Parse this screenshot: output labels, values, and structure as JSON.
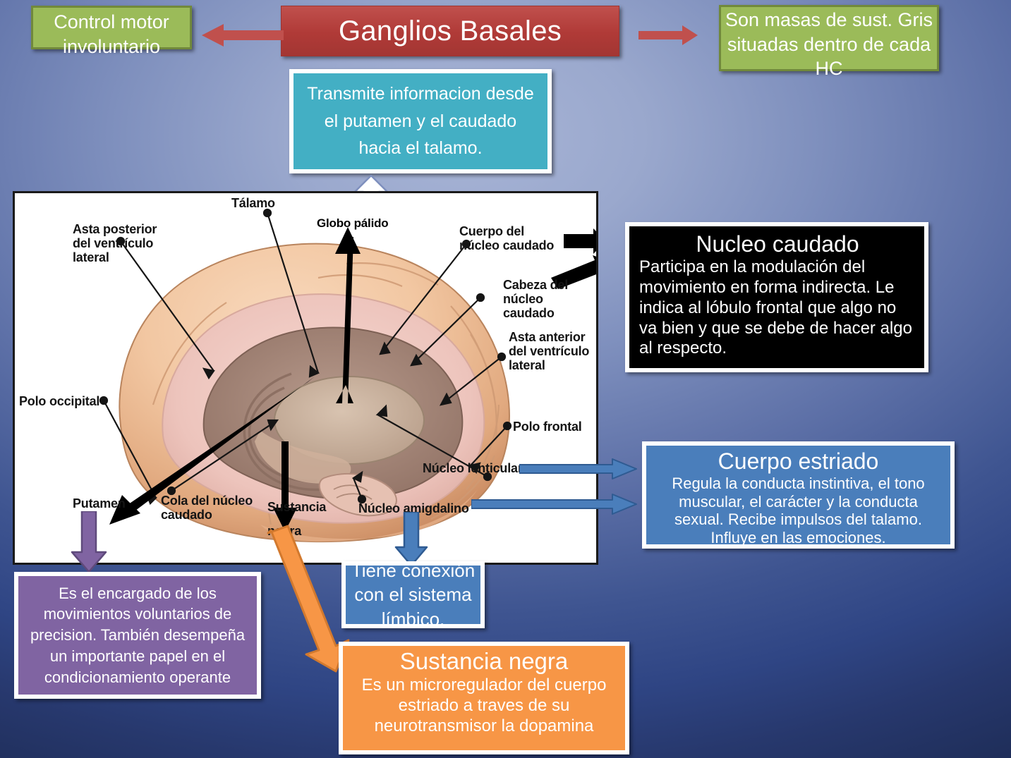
{
  "title": {
    "text": "Ganglios Basales",
    "color": "#C0504D"
  },
  "side_notes": {
    "left": "Control motor involuntario",
    "right": "Son masas de sust. Gris situadas dentro de cada HC",
    "color": "#9BBB59"
  },
  "callouts": {
    "thalamus_relay": {
      "text": "Transmite informacion desde el putamen y el caudado hacia el talamo.",
      "lines": [
        "Transmite informacion desde",
        "el putamen y el caudado",
        "hacia el talamo."
      ],
      "color": "#43AFC4"
    },
    "nucleo_caudado": {
      "heading": "Nucleo caudado",
      "body": "Participa en la modulación del movimiento en forma indirecta. Le indica al lóbulo frontal que algo no va bien y que se debe de hacer algo al respecto.",
      "color": "#000000"
    },
    "cuerpo_estriado": {
      "heading": "Cuerpo estriado",
      "body": "Regula la conducta instintiva, el tono muscular, el carácter y la conducta sexual. Recibe impulsos del talamo. Influye en las emociones.",
      "color": "#4A7EBB"
    },
    "sistema_limbico": {
      "lines": [
        "Tiene conexión",
        "con el sistema",
        "límbico."
      ],
      "text": "Tiene conexión con el sistema límbico.",
      "color": "#4A7EBB"
    },
    "putamen": {
      "body": "Es el encargado de los movimientos voluntarios de precision. También desempeña un importante papel en el condicionamiento operante",
      "color": "#8064A2"
    },
    "sustancia_negra": {
      "heading": "Sustancia negra",
      "body": "Es un microregulador del cuerpo estriado a traves de su neurotransmisor la dopamina",
      "color": "#F79646"
    }
  },
  "brain_diagram": {
    "labels": {
      "asta_posterior": [
        "Asta posterior",
        "del ventrículo",
        "lateral"
      ],
      "talamo": "Tálamo",
      "globo_palido": "Globo pálido",
      "cuerpo_nucleo_caudado": [
        "Cuerpo del",
        "núcleo caudado"
      ],
      "cabeza_nucleo_caudado": [
        "Cabeza del",
        "núcleo caudado"
      ],
      "asta_anterior": [
        "Asta anterior",
        "del ventrículo",
        "lateral"
      ],
      "polo_occipital": "Polo occipital",
      "polo_frontal": "Polo frontal",
      "putamen": "Putamen",
      "cola_nucleo_caudado": [
        "Cola del núcleo",
        "caudado"
      ],
      "sustancia_negra": [
        "Sustancia",
        "negra"
      ],
      "nucleo_lenticular": "Núcleo lenticular",
      "nucleo_amigdalino": "Núcleo amigdalino"
    }
  },
  "arrow_colors": {
    "red": "#C0504D",
    "blue": "#4A7EBB",
    "purple": "#8064A2",
    "orange": "#F79646",
    "black": "#000000",
    "white": "#FFFFFF"
  }
}
